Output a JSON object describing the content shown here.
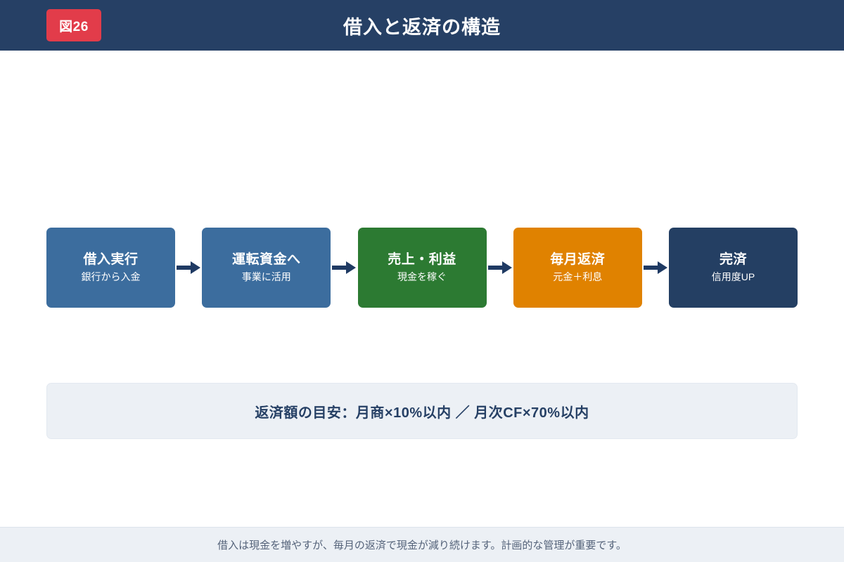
{
  "header": {
    "badge": "図26",
    "title": "借入と返済の構造",
    "bg_color": "#264065",
    "badge_color": "#e23c4a"
  },
  "flow": {
    "arrow_color": "#1f3a63",
    "steps": [
      {
        "title": "借入実行",
        "sub": "銀行から入金",
        "color": "#3c6d9e"
      },
      {
        "title": "運転資金へ",
        "sub": "事業に活用",
        "color": "#3c6d9e"
      },
      {
        "title": "売上・利益",
        "sub": "現金を稼ぐ",
        "color": "#2c7a32"
      },
      {
        "title": "毎月返済",
        "sub": "元金＋利息",
        "color": "#e08200"
      },
      {
        "title": "完済",
        "sub": "信用度UP",
        "color": "#243f63"
      }
    ]
  },
  "note": {
    "text": "返済額の目安：月商×10%以内 ／ 月次CF×70%以内",
    "bg_color": "#ecf0f5",
    "text_color": "#264065"
  },
  "footer": {
    "text": "借入は現金を増やすが、毎月の返済で現金が減り続けます。計画的な管理が重要です。",
    "bg_color": "#ecf0f5",
    "text_color": "#55637a"
  }
}
